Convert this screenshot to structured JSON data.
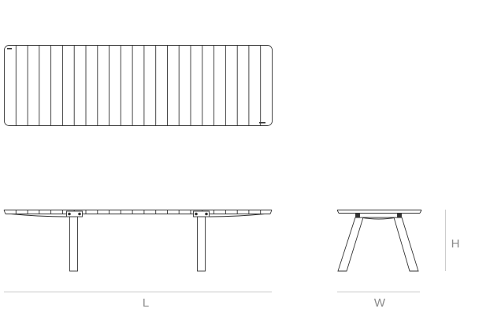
{
  "drawing": {
    "views": {
      "top": {
        "slat_count": 23
      },
      "front": {},
      "side": {}
    },
    "dimensions": {
      "length_label": "L",
      "width_label": "W",
      "height_label": "H"
    },
    "colors": {
      "line": "#333333",
      "dimension_line": "#c8c8c8",
      "label": "#8a8a8a",
      "background": "#ffffff"
    }
  }
}
